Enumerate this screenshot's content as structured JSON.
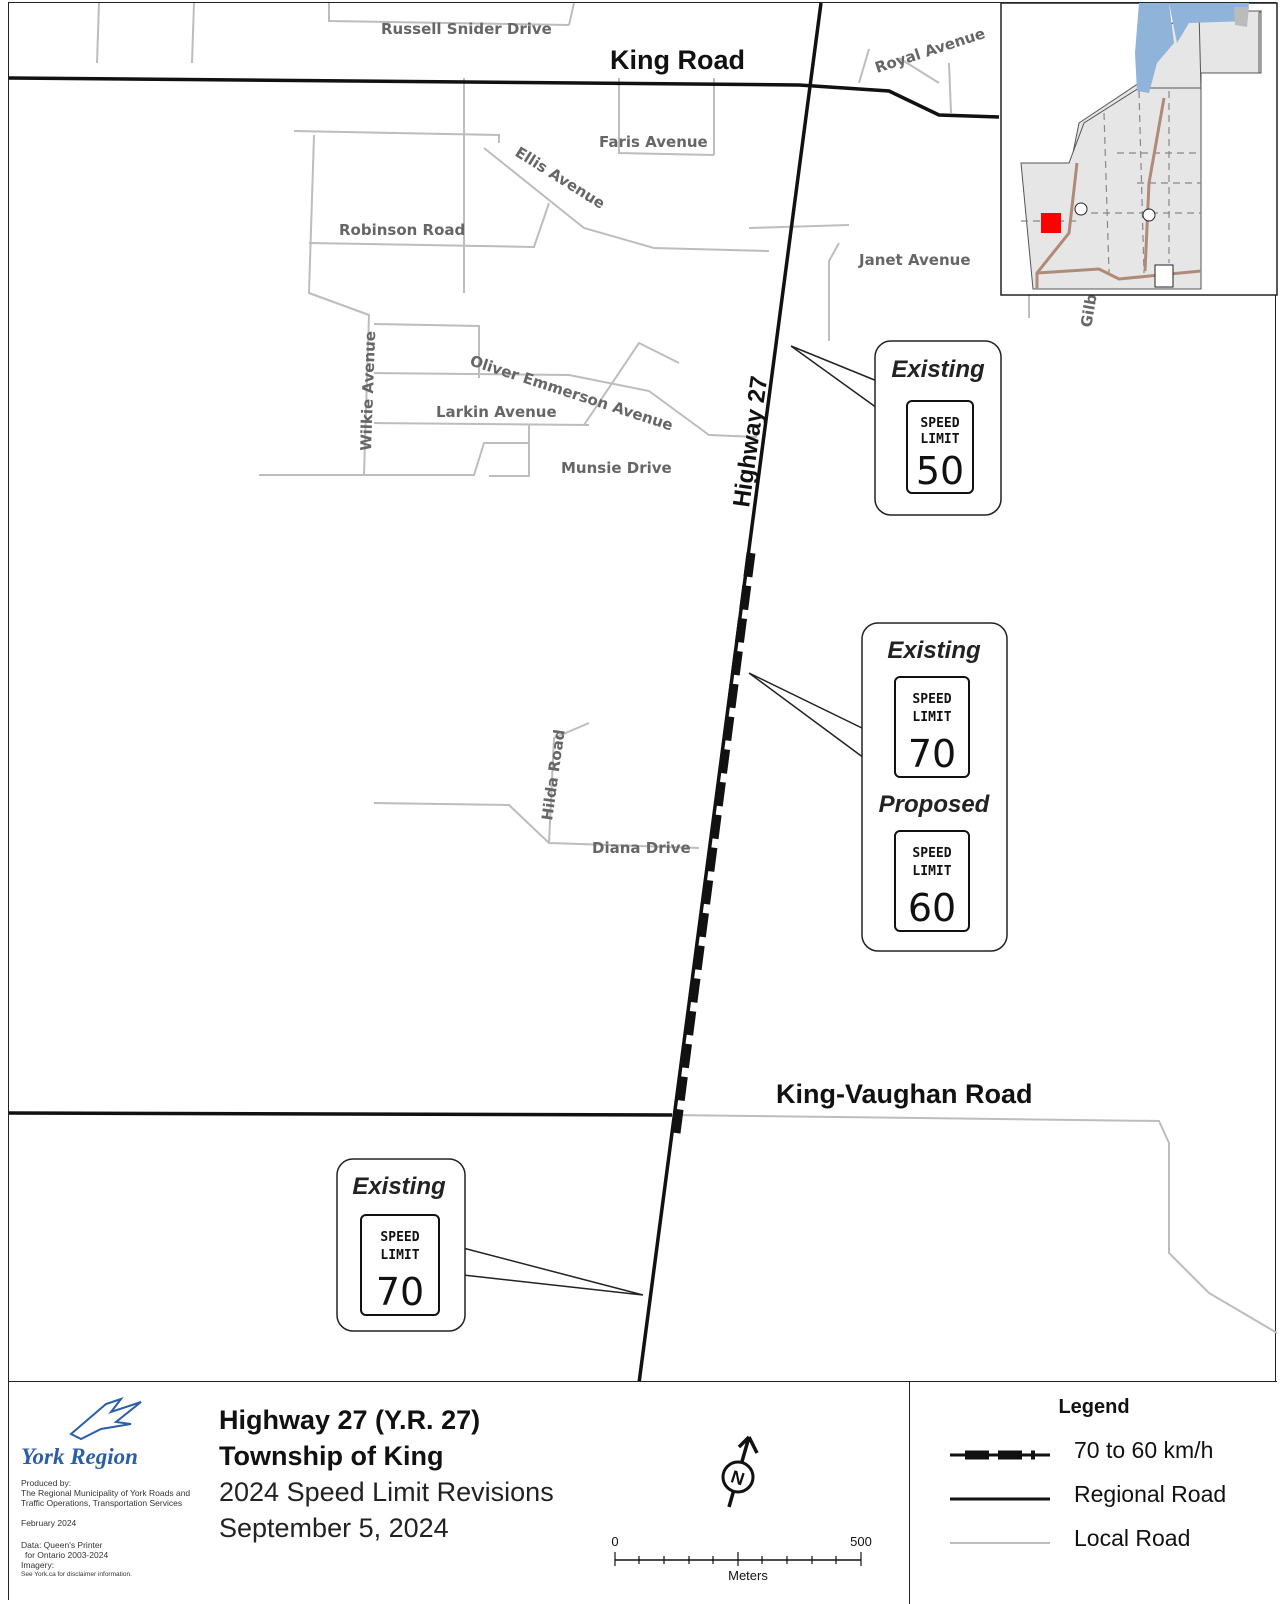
{
  "roads": {
    "king_road": "King Road",
    "king_vaughan_road": "King-Vaughan Road",
    "highway": "Highway 27"
  },
  "streets": {
    "russell_snider": "Russell Snider Drive",
    "royal_avenue": "Royal Avenue",
    "faris_avenue": "Faris Avenue",
    "ellis_avenue": "Ellis Avenue",
    "robinson_road": "Robinson Road",
    "janet_avenue": "Janet Avenue",
    "gilb": "Gilb",
    "wilkie_avenue": "Wilkie Avenue",
    "oliver_emmerson": "Oliver Emmerson Avenue",
    "larkin_avenue": "Larkin Avenue",
    "munsie_drive": "Munsie Drive",
    "hilda_road": "Hilda Road",
    "diana_drive": "Diana Drive"
  },
  "callouts": {
    "north": {
      "title": "Existing",
      "sign_word1": "SPEED",
      "sign_word2": "LIMIT",
      "speed": "50"
    },
    "middle": {
      "title_existing": "Existing",
      "existing_speed": "70",
      "title_proposed": "Proposed",
      "proposed_speed": "60",
      "sign_word1": "SPEED",
      "sign_word2": "LIMIT"
    },
    "south": {
      "title": "Existing",
      "sign_word1": "SPEED",
      "sign_word2": "LIMIT",
      "speed": "70"
    }
  },
  "colors": {
    "regional_road": "#111111",
    "local_road": "#bdbdbd",
    "water": "#8fb3d9",
    "inset_land": "#e6e6e6",
    "inset_roads": "#b08a78",
    "study_area": "#ff0000"
  },
  "title_block": {
    "line1": "Highway 27 (Y.R. 27)",
    "line2": "Township of King",
    "line3": "2024 Speed Limit Revisions",
    "line4": "September 5, 2024"
  },
  "logo": {
    "name": "York Region",
    "produced_by": "Produced by:",
    "producer": "The Regional Municipality of York Roads and Traffic Operations, Transportation Services",
    "produced_date": "February 2024",
    "data": "Data: Queen's Printer",
    "data_years": "for Ontario 2003-2024",
    "imagery": "Imagery:",
    "disclaimer": "See York.ca for disclaimer information."
  },
  "scale": {
    "start": "0",
    "end": "500",
    "unit": "Meters"
  },
  "north_arrow": {
    "label": "N"
  },
  "legend": {
    "title": "Legend",
    "items": [
      {
        "label": "70 to 60 km/h",
        "symbol": "dashed-thick"
      },
      {
        "label": "Regional Road",
        "symbol": "solid-black"
      },
      {
        "label": "Local Road",
        "symbol": "solid-gray"
      }
    ]
  }
}
